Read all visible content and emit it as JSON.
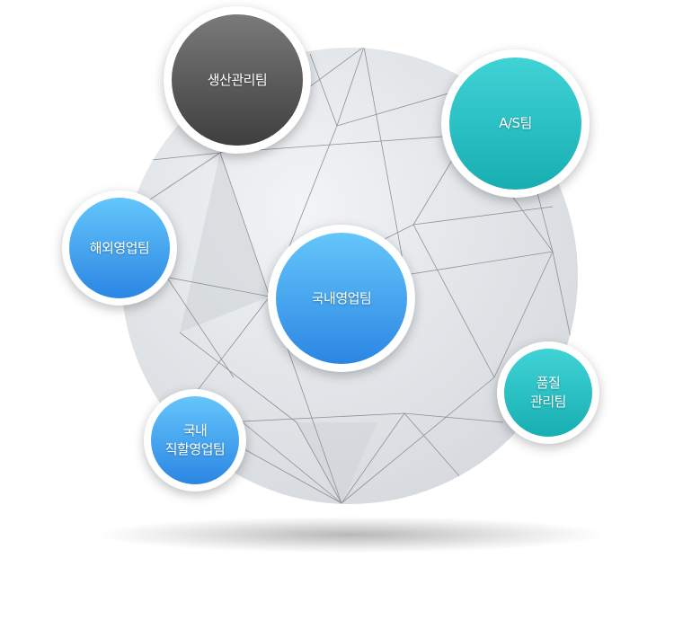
{
  "nodes": {
    "production": "생산관리팀",
    "as": "A/S팀",
    "overseas": "해외영업팀",
    "domestic": "국내영업팀",
    "quality": "품질\n관리팀",
    "direct": "국내\n직할영업팀"
  },
  "colors": {
    "dark": "#4f4f4f",
    "blue": "#3a9cef",
    "teal": "#22bdc0",
    "sphere": "#e2e5e8"
  }
}
